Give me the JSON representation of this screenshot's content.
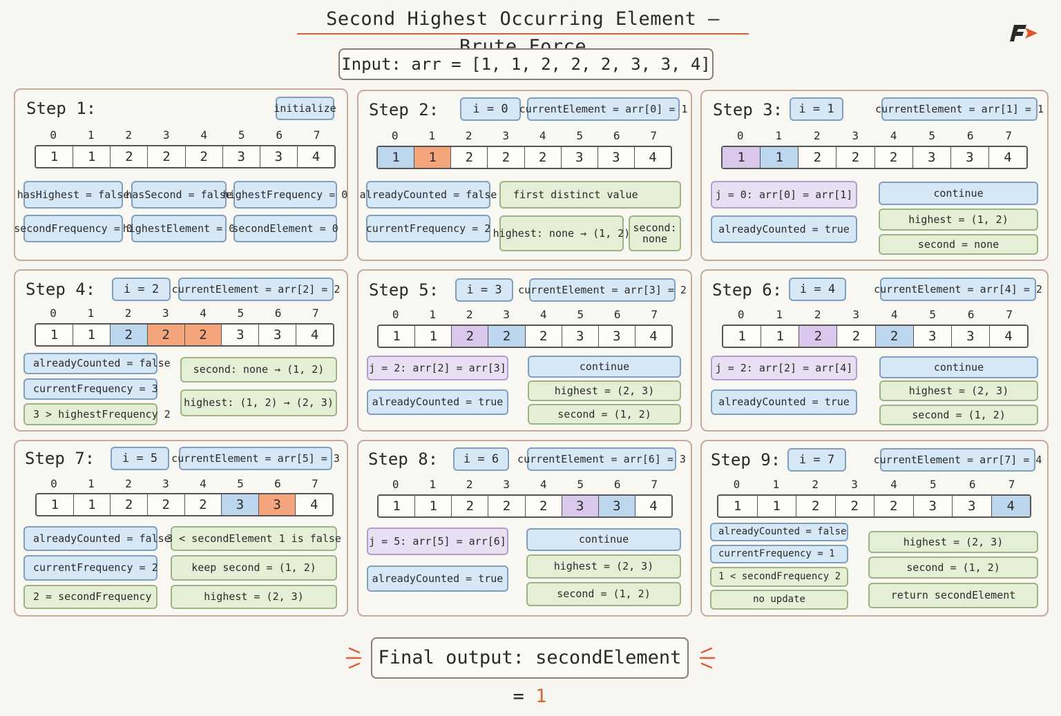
{
  "title": "Second Highest Occurring Element — Brute Force",
  "input": "Input: arr = [1, 1, 2, 2, 2, 3, 3, 4]",
  "indices": [
    "0",
    "1",
    "2",
    "3",
    "4",
    "5",
    "6",
    "7"
  ],
  "array": [
    "1",
    "1",
    "2",
    "2",
    "2",
    "3",
    "3",
    "4"
  ],
  "colors": {
    "accent": "#d8603a",
    "blue": "#bcd6ee",
    "orange": "#f4a57c",
    "purple": "#d9c8ec",
    "green": "#e5efd6"
  },
  "steps": [
    {
      "title": "Step 1:",
      "tag": "initialize",
      "notes": [
        "hasHighest = false",
        "hasSecond = false",
        "highestFrequency = 0",
        "secondFrequency = 0",
        "highestElement = 0",
        "secondElement = 0"
      ]
    },
    {
      "title": "Step 2:",
      "i": "i = 0",
      "current": "currentElement = arr[0] = 1",
      "notes": [
        "alreadyCounted = false",
        "currentFrequency = 2",
        "first distinct value",
        "highest: none → (1, 2)",
        "second: none"
      ]
    },
    {
      "title": "Step 3:",
      "i": "i = 1",
      "current": "currentElement = arr[1] = 1",
      "notes": [
        "j = 0: arr[0] = arr[1]",
        "alreadyCounted = true",
        "continue",
        "highest = (1, 2)",
        "second = none"
      ]
    },
    {
      "title": "Step 4:",
      "i": "i = 2",
      "current": "currentElement = arr[2] = 2",
      "notes": [
        "alreadyCounted = false",
        "currentFrequency = 3",
        "3 > highestFrequency 2",
        "second: none → (1, 2)",
        "highest: (1, 2) → (2, 3)"
      ]
    },
    {
      "title": "Step 5:",
      "i": "i = 3",
      "current": "currentElement = arr[3] = 2",
      "notes": [
        "j = 2: arr[2] = arr[3]",
        "alreadyCounted = true",
        "continue",
        "highest = (2, 3)",
        "second = (1, 2)"
      ]
    },
    {
      "title": "Step 6:",
      "i": "i = 4",
      "current": "currentElement = arr[4] = 2",
      "notes": [
        "j = 2: arr[2] = arr[4]",
        "alreadyCounted = true",
        "continue",
        "highest = (2, 3)",
        "second = (1, 2)"
      ]
    },
    {
      "title": "Step 7:",
      "i": "i = 5",
      "current": "currentElement = arr[5] = 3",
      "notes": [
        "alreadyCounted = false",
        "currentFrequency = 2",
        "2 = secondFrequency",
        "3 < secondElement 1 is false",
        "keep second = (1, 2)",
        "highest = (2, 3)"
      ]
    },
    {
      "title": "Step 8:",
      "i": "i = 6",
      "current": "currentElement = arr[6] = 3",
      "notes": [
        "j = 5: arr[5] = arr[6]",
        "alreadyCounted = true",
        "continue",
        "highest = (2, 3)",
        "second = (1, 2)"
      ]
    },
    {
      "title": "Step 9:",
      "i": "i = 7",
      "current": "currentElement = arr[7] = 4",
      "notes": [
        "alreadyCounted = false",
        "currentFrequency = 1",
        "1 < secondFrequency 2",
        "no update",
        "highest = (2, 3)",
        "second = (1, 2)",
        "return secondElement"
      ]
    }
  ],
  "final": {
    "label": "Final output: secondElement = ",
    "value": "1"
  }
}
